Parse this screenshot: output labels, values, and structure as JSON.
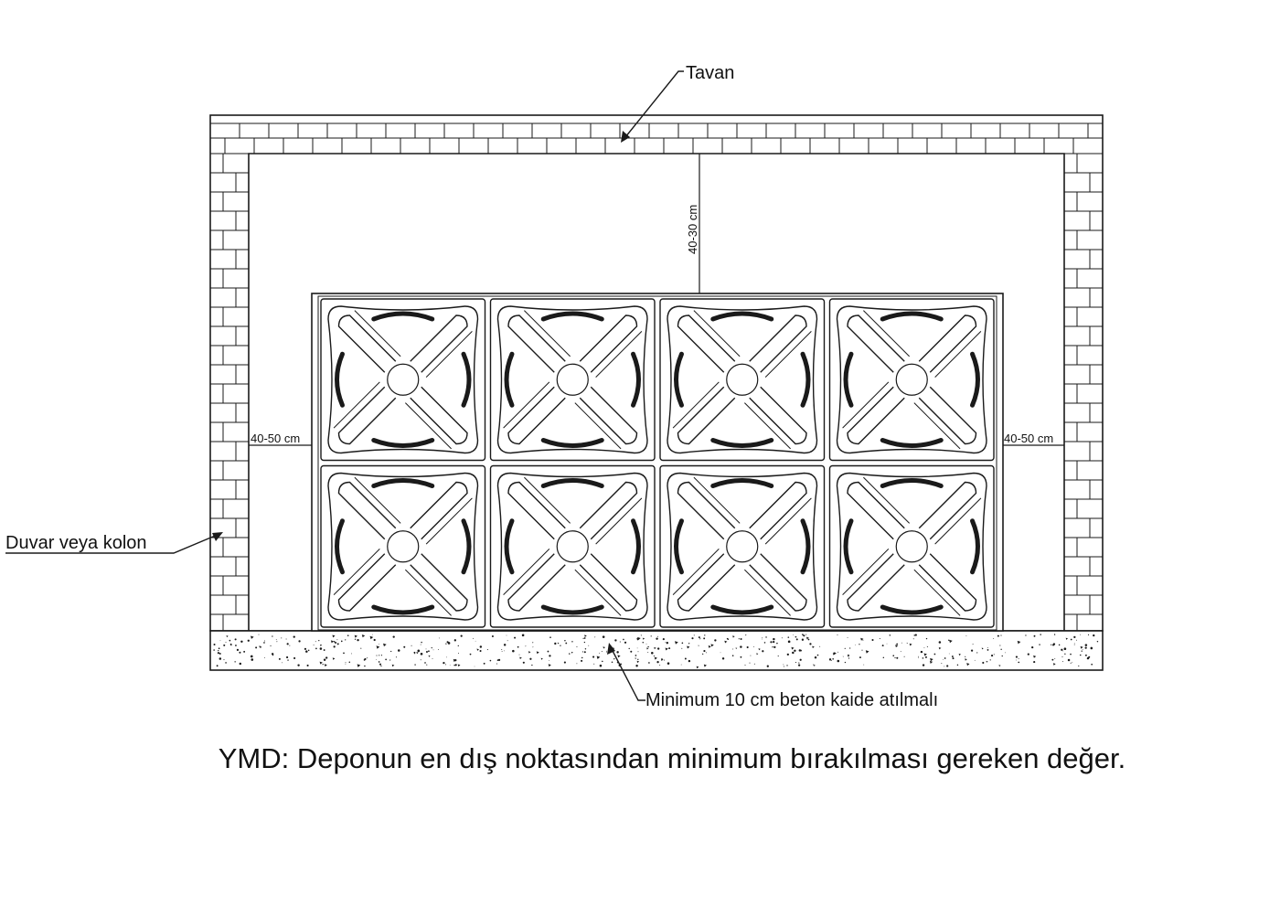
{
  "labels": {
    "ceiling": "Tavan",
    "wall": "Duvar veya kolon",
    "base": "Minimum 10 cm beton kaide atılmalı",
    "gap_top": "40-30 cm",
    "gap_left": "40-50 cm",
    "gap_right": "40-50 cm"
  },
  "footnote": "YMD: Deponun en dış noktasından minimum bırakılması gereken değer.",
  "tank": {
    "columns": 4,
    "rows": 2
  },
  "colors": {
    "line": "#1a1a1a",
    "background": "#ffffff"
  }
}
